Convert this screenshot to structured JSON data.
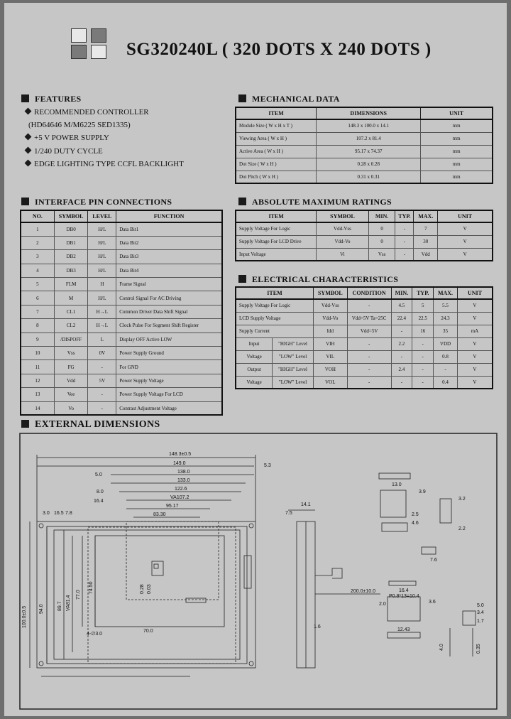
{
  "header": {
    "title": "SG320240L ( 320 DOTS X 240 DOTS )",
    "logo_colors": [
      "#e8e8e8",
      "#7a7a7a",
      "#7a7a7a",
      "#e8e8e8"
    ]
  },
  "features": {
    "heading": "FEATURES",
    "items": [
      "RECOMMENDED CONTROLLER",
      "(HD64646 M/M6225 SED1335)",
      "+5 V POWER SUPPLY",
      "1/240 DUTY CYCLE",
      "EDGE LIGHTING TYPE CCFL BACKLIGHT"
    ]
  },
  "mechanical": {
    "heading": "MECHANICAL DATA",
    "columns": [
      "ITEM",
      "DIMENSIONS",
      "UNIT"
    ],
    "rows": [
      [
        "Module Size ( W x H x T )",
        "148.3 x 100.0 x 14.1",
        "mm"
      ],
      [
        "Viewing Area ( W x H )",
        "107.2 x 81.4",
        "mm"
      ],
      [
        "Active Area ( W x H )",
        "95.17 x 74.37",
        "mm"
      ],
      [
        "Dot Size ( W x H )",
        "0.28 x 0.28",
        "mm"
      ],
      [
        "Dot Pitch ( W x H )",
        "0.31 x 0.31",
        "mm"
      ]
    ]
  },
  "interface": {
    "heading": "INTERFACE PIN CONNECTIONS",
    "columns": [
      "NO.",
      "SYMBOL",
      "LEVEL",
      "FUNCTION"
    ],
    "rows": [
      [
        "1",
        "DB0",
        "H/L",
        "Data Bit1"
      ],
      [
        "2",
        "DB1",
        "H/L",
        "Data Bit2"
      ],
      [
        "3",
        "DB2",
        "H/L",
        "Data Bit3"
      ],
      [
        "4",
        "DB3",
        "H/L",
        "Data Bit4"
      ],
      [
        "5",
        "FLM",
        "H",
        "Frame Signal"
      ],
      [
        "6",
        "M",
        "H/L",
        "Control Signal For AC Driving"
      ],
      [
        "7",
        "CL1",
        "H→L",
        "Common Driver Data Shift Signal"
      ],
      [
        "8",
        "CL2",
        "H→L",
        "Clock Pulse For Segment Shift Register"
      ],
      [
        "9",
        "/DISPOFF",
        "L",
        "Display OFF Active LOW"
      ],
      [
        "10",
        "Vss",
        "0V",
        "Power Supply Ground"
      ],
      [
        "11",
        "FG",
        "-",
        "For GND"
      ],
      [
        "12",
        "Vdd",
        "5V",
        "Power Supply Voltage"
      ],
      [
        "13",
        "Vee",
        "-",
        "Power Supply Voltage For LCD"
      ],
      [
        "14",
        "Vo",
        "-",
        "Contrast Adjustment Voltage"
      ]
    ]
  },
  "absolute": {
    "heading": "ABSOLUTE MAXIMUM RATINGS",
    "columns": [
      "ITEM",
      "SYMBOL",
      "MIN.",
      "TYP.",
      "MAX.",
      "UNIT"
    ],
    "rows": [
      [
        "Supply Voltage For Logic",
        "Vdd-Vss",
        "0",
        "-",
        "7",
        "V"
      ],
      [
        "Supply Voltage For LCD Drive",
        "Vdd-Vo",
        "0",
        "-",
        "30",
        "V"
      ],
      [
        "Input Voltage",
        "Vi",
        "Vss",
        "-",
        "Vdd",
        "V"
      ]
    ]
  },
  "electrical": {
    "heading": "ELECTRICAL CHARACTERISTICS",
    "columns": [
      "ITEM",
      "SYMBOL",
      "CONDITION",
      "MIN.",
      "TYP.",
      "MAX.",
      "UNIT"
    ],
    "rows_simple": [
      [
        "Supply Voltage For Logic",
        "Vdd-Vss",
        "-",
        "4.5",
        "5",
        "5.5",
        "V"
      ],
      [
        "LCD Supply Voltage",
        "Vdd-Vo",
        "Vdd=5V Ta=25C",
        "22.4",
        "22.5",
        "24.3",
        "V"
      ],
      [
        "Supply Current",
        "Idd",
        "Vdd=5V",
        "-",
        "16",
        "35",
        "mA"
      ]
    ],
    "input_group": {
      "label1": "Input",
      "label2": "Voltage",
      "rows": [
        [
          "\"HIGH\" Level",
          "VIH",
          "-",
          "2.2",
          "-",
          "VDD",
          "V"
        ],
        [
          "\"LOW\" Level",
          "VIL",
          "-",
          "-",
          "-",
          "0.8",
          "V"
        ]
      ]
    },
    "output_group": {
      "label1": "Output",
      "label2": "Voltage",
      "rows": [
        [
          "\"HIGH\" Level",
          "VOH",
          "-",
          "2.4",
          "-",
          "-",
          "V"
        ],
        [
          "\"LOW\" Level",
          "VOL",
          "-",
          "-",
          "-",
          "0.4",
          "V"
        ]
      ]
    }
  },
  "external": {
    "heading": "EXTERNAL DIMENSIONS",
    "dims": {
      "w1": "148.3±0.5",
      "w2": "149.0",
      "w3": "138.0",
      "w4": "133.0",
      "w5": "122.6",
      "va": "VA107.2",
      "aa": "95.17",
      "w8": "83.30",
      "d50": "5.0",
      "d53": "5.3",
      "d80": "8.0",
      "d164": "16.4",
      "d30": "3.0",
      "d165": "16.5",
      "d78": "7.8",
      "h100": "100.0±0.5",
      "h940": "94.0",
      "h897": "89.7",
      "va814": "VA81.4",
      "h770": "77.0",
      "h7450": "74.50",
      "p028": "0.28",
      "p003": "0.03",
      "hole": "4-∅3.0",
      "b700": "70.0",
      "s75": "7.5",
      "s141": "14.1",
      "s16": "1.6",
      "cable": "200.0±10.0",
      "c130": "13.0",
      "c39": "3.9",
      "c32": "3.2",
      "c22": "2.2",
      "c25": "2.5",
      "c46": "4.6",
      "c76": "7.6",
      "f164": "16.4",
      "fpitch": "P0.8*13=10.4",
      "f20": "2.0",
      "f36": "3.6",
      "f50": "5.0",
      "f34": "3.4",
      "f17": "1.7",
      "f1243": "12.43",
      "f40": "4.0",
      "f035": "0.35"
    }
  }
}
